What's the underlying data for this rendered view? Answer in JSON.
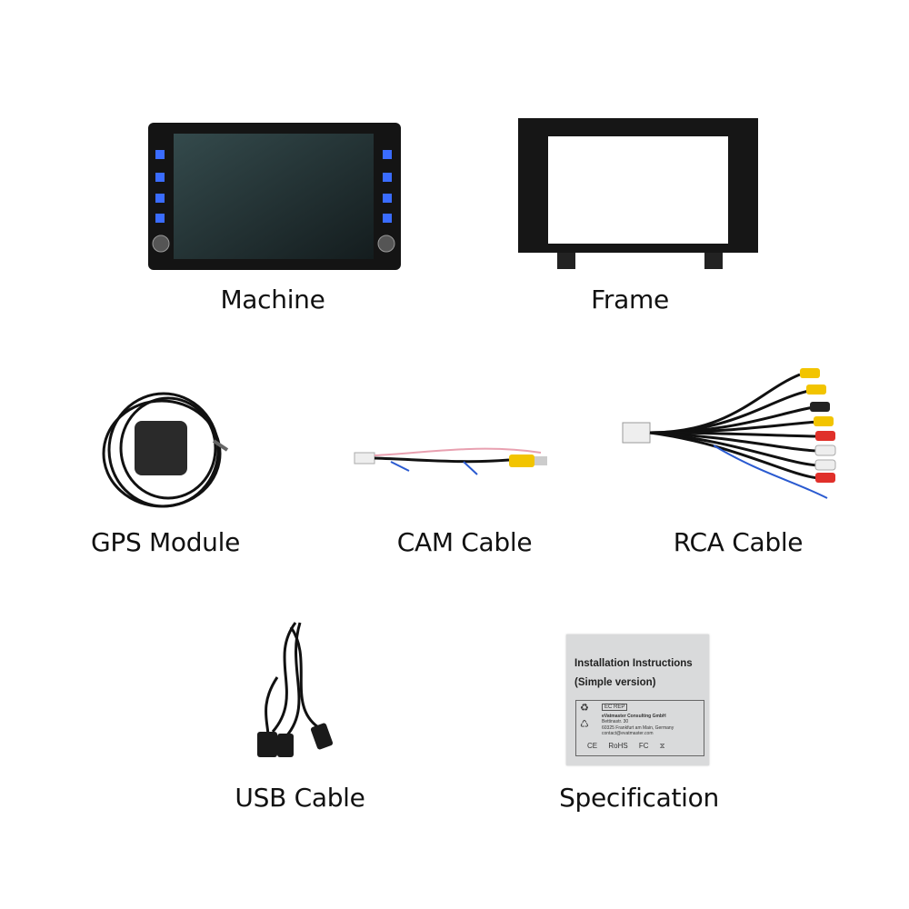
{
  "items": [
    {
      "label": "Machine",
      "icon": "car-stereo-head-unit"
    },
    {
      "label": "Frame",
      "icon": "dash-mounting-frame"
    },
    {
      "label": "GPS Module",
      "icon": "gps-antenna"
    },
    {
      "label": "CAM Cable",
      "icon": "camera-cable"
    },
    {
      "label": "RCA Cable",
      "icon": "rca-cable"
    },
    {
      "label": "USB Cable",
      "icon": "usb-cable"
    },
    {
      "label": "Specification",
      "icon": "instruction-booklet"
    }
  ],
  "spec_card": {
    "title": "Installation Instructions",
    "subtitle": "(Simple version)",
    "ec_rep": "EC REP",
    "company": "eVatmaster Consulting GmbH",
    "street": "Bettinastr. 30",
    "city": "60325 Frankfurt am Main, Germany",
    "email": "contact@evatmaster.com",
    "marks": "CE RoHS FC ⧖"
  },
  "colors": {
    "screen": "#1e2a2c",
    "button_glow": "#3a6cff",
    "rca_yellow": "#f2c400",
    "rca_red": "#e0302a",
    "rca_white": "#eeeeee"
  }
}
